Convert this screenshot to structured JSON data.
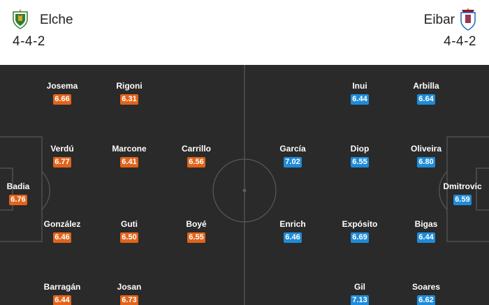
{
  "home": {
    "name": "Elche",
    "formation": "4-4-2",
    "rating_color": "#e0641b",
    "crest_icon": "elche-crest-icon",
    "players": [
      {
        "name": "Josema",
        "rating": "6.66"
      },
      {
        "name": "Rigoni",
        "rating": "6.31"
      },
      {
        "name": "Verdú",
        "rating": "6.77"
      },
      {
        "name": "Marcone",
        "rating": "6.41"
      },
      {
        "name": "Carrillo",
        "rating": "6.56"
      },
      {
        "name": "Badia",
        "rating": "6.76"
      },
      {
        "name": "González",
        "rating": "6.46"
      },
      {
        "name": "Guti",
        "rating": "6.50"
      },
      {
        "name": "Boyé",
        "rating": "6.55"
      },
      {
        "name": "Barragán",
        "rating": "6.44"
      },
      {
        "name": "Josan",
        "rating": "6.73"
      }
    ]
  },
  "away": {
    "name": "Eibar",
    "formation": "4-4-2",
    "rating_color": "#1f8bd8",
    "crest_icon": "eibar-crest-icon",
    "players": [
      {
        "name": "Inui",
        "rating": "6.44"
      },
      {
        "name": "Arbilla",
        "rating": "6.64"
      },
      {
        "name": "García",
        "rating": "7.02"
      },
      {
        "name": "Diop",
        "rating": "6.55"
      },
      {
        "name": "Oliveira",
        "rating": "6.80"
      },
      {
        "name": "Dmitrovic",
        "rating": "6.59"
      },
      {
        "name": "Enrich",
        "rating": "6.46"
      },
      {
        "name": "Expósito",
        "rating": "6.69"
      },
      {
        "name": "Bigas",
        "rating": "6.44"
      },
      {
        "name": "Gil",
        "rating": "7.13"
      },
      {
        "name": "Soares",
        "rating": "6.62"
      }
    ]
  },
  "pitch": {
    "background": "#2a2a2a",
    "line_color": "#5a5a5a"
  }
}
